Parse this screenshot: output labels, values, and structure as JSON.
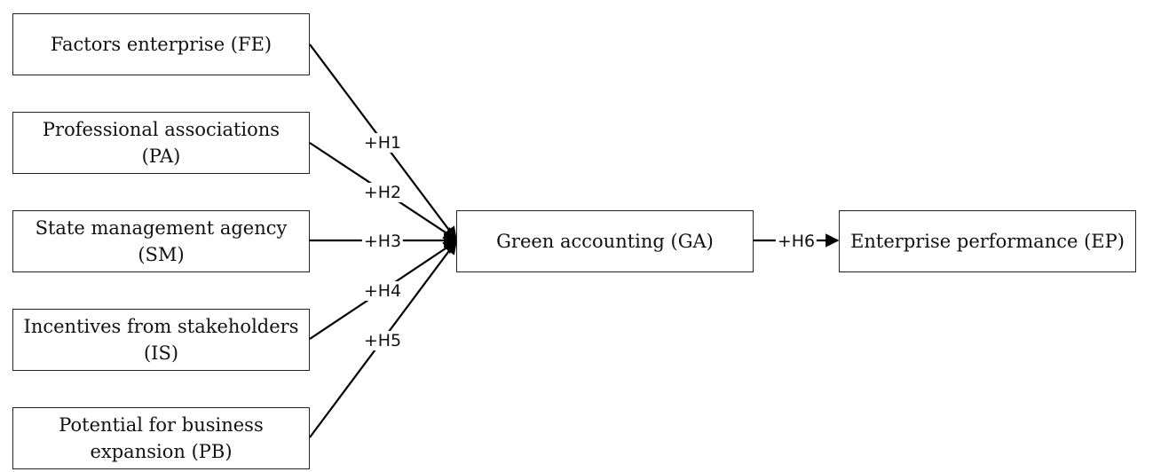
{
  "nodes": {
    "fe": "Factors enterprise (FE)",
    "pa": "Professional associations (PA)",
    "sm": "State management agency (SM)",
    "is": "Incentives from stakeholders (IS)",
    "pb": "Potential for business expansion (PB)",
    "ga": "Green accounting (GA)",
    "ep": "Enterprise performance (EP)"
  },
  "hypotheses": {
    "h1": "+H1",
    "h2": "+H2",
    "h3": "+H3",
    "h4": "+H4",
    "h5": "+H5",
    "h6": "+H6"
  },
  "colors": {
    "line": "#000000",
    "border": "#222222"
  }
}
